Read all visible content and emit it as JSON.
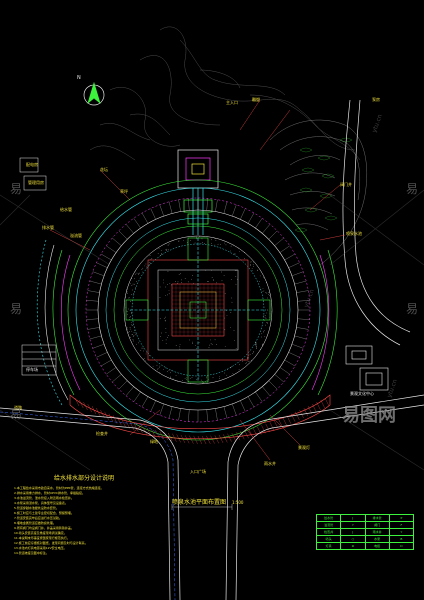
{
  "title": "喷泉水池平面布置图",
  "scale": "1:500",
  "north_label": "N",
  "notes_title": "给水排水部分设计说明",
  "notes_lines": [
    "1.本工程给水采用市政自来水，管材为PPR管，连接方式热熔连接。",
    "2.排水采用重力排水，管材UPVC排水管，承插粘接。",
    "3.水池溢流管、泄水管接入附近雨水检查井。",
    "4.水泵采用潜水泵，具体型号见设备表。",
    "5.管道穿越水池壁处设防水套管。",
    "6.施工时应与土建专业密切配合，预留预埋。",
    "7.管道安装完毕后应进行水压试验。",
    "8.埋地金属管道应做防腐处理。",
    "9.所有阀门均设阀门井，井盖采用铸铁井盖。",
    "10.喷头安装高度及角度现场调试确定。",
    "11.本说明未尽事宜按国家现行规范执行。",
    "12.施工前应仔细核对图纸，发现问题及时与设计联系。",
    "13.水池内灯具电源采用12V安全电压。",
    "14.管道坡度见图中标注。"
  ],
  "labels": {
    "left_block": "配电房",
    "left_block2": "管理用房",
    "right_building": "景观文化中心",
    "parking": "停车场",
    "road_left": "道路",
    "entrance": "入口广场",
    "top_feature": "雕塑",
    "top_gate": "主入口",
    "pump_room": "泵房",
    "label_a": "给水管",
    "label_b": "排水管",
    "label_c": "溢流管",
    "label_d": "阀门井",
    "label_e": "喷泉水池",
    "label_f": "检查井",
    "label_g": "雨水井",
    "label_h": "景观灯",
    "label_i": "花坛",
    "label_j": "草坪",
    "label_k": "绿地"
  },
  "legend": [
    [
      "给水管",
      "J",
      "排水管",
      "P"
    ],
    [
      "溢流管",
      "Y",
      "阀门",
      "F"
    ],
    [
      "检查井",
      "J",
      "雨水井",
      "Y"
    ],
    [
      "喷头",
      "○",
      "水泵",
      "B"
    ],
    [
      "灯具",
      "⊗",
      "电缆",
      "D"
    ]
  ],
  "watermark": {
    "side": "易",
    "brand": "易图网",
    "url": "ytu.cn"
  },
  "colors": {
    "bg": "#000000",
    "cyan": "#35e6ef",
    "yellow": "#f2e23a",
    "green": "#3cf23c",
    "white": "#e8e8e8",
    "red": "#ff4a4a",
    "magenta": "#ff3cff",
    "blue": "#3c6cff"
  }
}
